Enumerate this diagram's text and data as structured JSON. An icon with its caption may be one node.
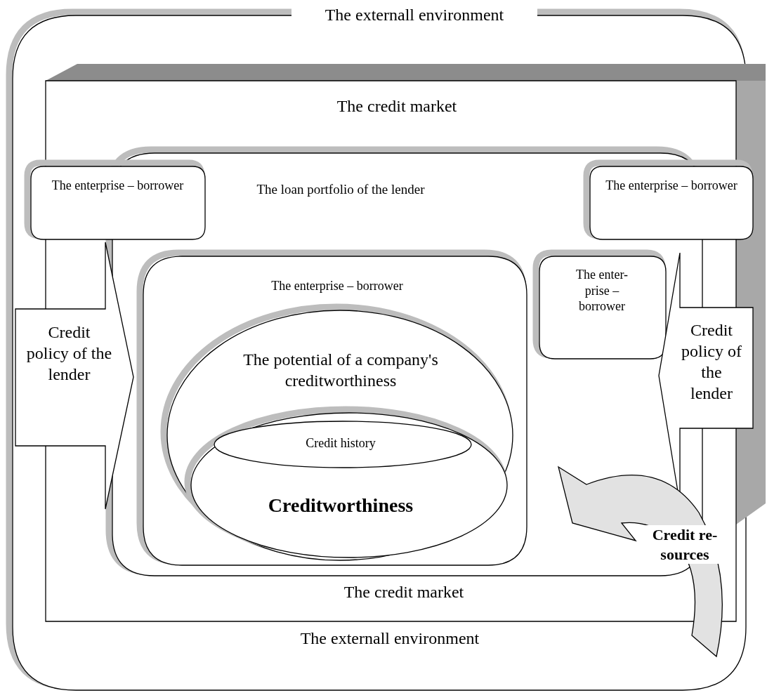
{
  "diagram": {
    "nodes": [
      {
        "text": [
          "The externall environment",
          "The externall environment"
        ]
      },
      {
        "text": [
          "The credit market",
          "The credit market"
        ],
        "in": 0
      },
      {
        "text": [
          "The loan portfolio of the lender"
        ],
        "in": 1
      },
      {
        "text": [
          "The enterprise – borrower"
        ],
        "in": 0
      },
      {
        "text": [
          "The enterprise – borrower"
        ],
        "in": 0
      },
      {
        "text": [
          "Credit policy of the lender"
        ],
        "in": 0
      },
      {
        "text": [
          "The enterprise – borrower"
        ],
        "in": 2
      },
      {
        "text": [
          "The potential of a company's creditworthiness"
        ],
        "in": 6
      },
      {
        "text": [
          "Creditworthiness"
        ],
        "in": 7
      },
      {
        "text": [
          "Credit history"
        ],
        "in": 8
      },
      {
        "text": [
          "The enter- prise – borrower"
        ],
        "in": 2
      },
      {
        "text": [
          "Credit policy of the lender"
        ],
        "in": 0
      },
      {
        "text": [
          "Credit re- sources"
        ],
        "in": 0
      }
    ]
  }
}
